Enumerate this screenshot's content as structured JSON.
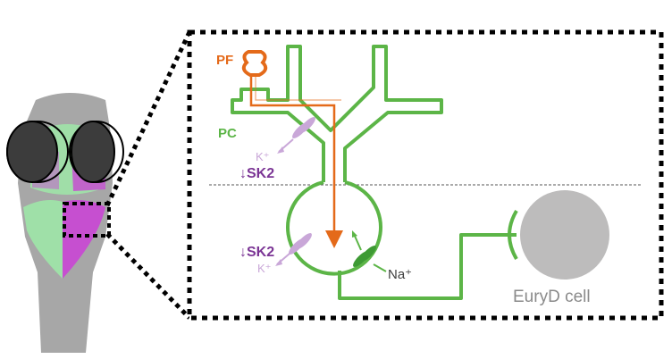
{
  "labels": {
    "pf": "PF",
    "pc": "PC",
    "sk2_dendrite": "↓SK2",
    "sk2_soma": "↓SK2",
    "k_dendrite": "K⁺",
    "k_soma": "K⁺",
    "na": "Na⁺",
    "euryd": "EuryD cell"
  },
  "colors": {
    "pc_green": "#5cb547",
    "pf_orange": "#e46a1a",
    "sk2_purple": "#7b3595",
    "k_light_purple": "#c9a7d8",
    "brain_gray": "#a7a7a7",
    "euryd_gray": "#bdbcbc",
    "green_region": "#9fe0a8",
    "magenta_region": "#c64fd0"
  }
}
